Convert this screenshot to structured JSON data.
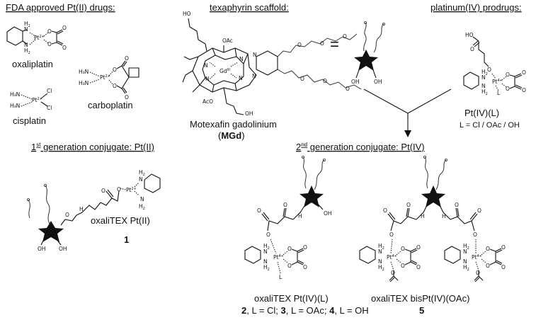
{
  "headings": {
    "fda": "FDA approved Pt(II) drugs:",
    "texaphyrin": "texaphyrin scaffold:",
    "prodrugs": "platinum(IV) prodrugs:",
    "gen1_sup": "st",
    "gen1_num": "1",
    "gen1_text": " generation conjugate: Pt(II)",
    "gen2_num": "2",
    "gen2_sup": "nd",
    "gen2_text": " generation conjugate: Pt(IV)"
  },
  "drugs": {
    "oxaliplatin": "oxaliplatin",
    "cisplatin": "cisplatin",
    "carboplatin": "carboplatin"
  },
  "texaphyrin": {
    "name": "Motexafin gadolinium",
    "abbr_open": "(",
    "abbr": "MGd",
    "abbr_close": ")",
    "equals": "=",
    "metal": "Gd",
    "metal_ox": "III",
    "oac_top": "OAc",
    "aco_bottom": "AcO",
    "ho_top": "HO",
    "oh_bottom": "OH"
  },
  "prodrug": {
    "name": "Pt(IV)(L)",
    "ligands": "L = Cl / OAc / OH"
  },
  "compounds": {
    "c1_name": "oxaliTEX Pt(II)",
    "c1_num": "1",
    "c2_name": "oxaliTEX Pt(IV)(L)",
    "c2_desc_n2": "2",
    "c2_desc_l2": ", L = Cl; ",
    "c2_desc_n3": "3",
    "c2_desc_l3": ", L = OAc; ",
    "c2_desc_n4": "4",
    "c2_desc_l4": ", L = OH",
    "c5_name": "oxaliTEX bisPt(IV)(OAc)",
    "c5_num": "5"
  },
  "atoms": {
    "pt2": "Pt",
    "pt2_charge": "2+",
    "pt4_charge": "4+",
    "h2": "H",
    "two": "2",
    "n": "N",
    "o": "O",
    "cl": "Cl",
    "l": "L",
    "oh": "OH",
    "h": "H",
    "nh": "N",
    "h3n": "H₃N"
  }
}
